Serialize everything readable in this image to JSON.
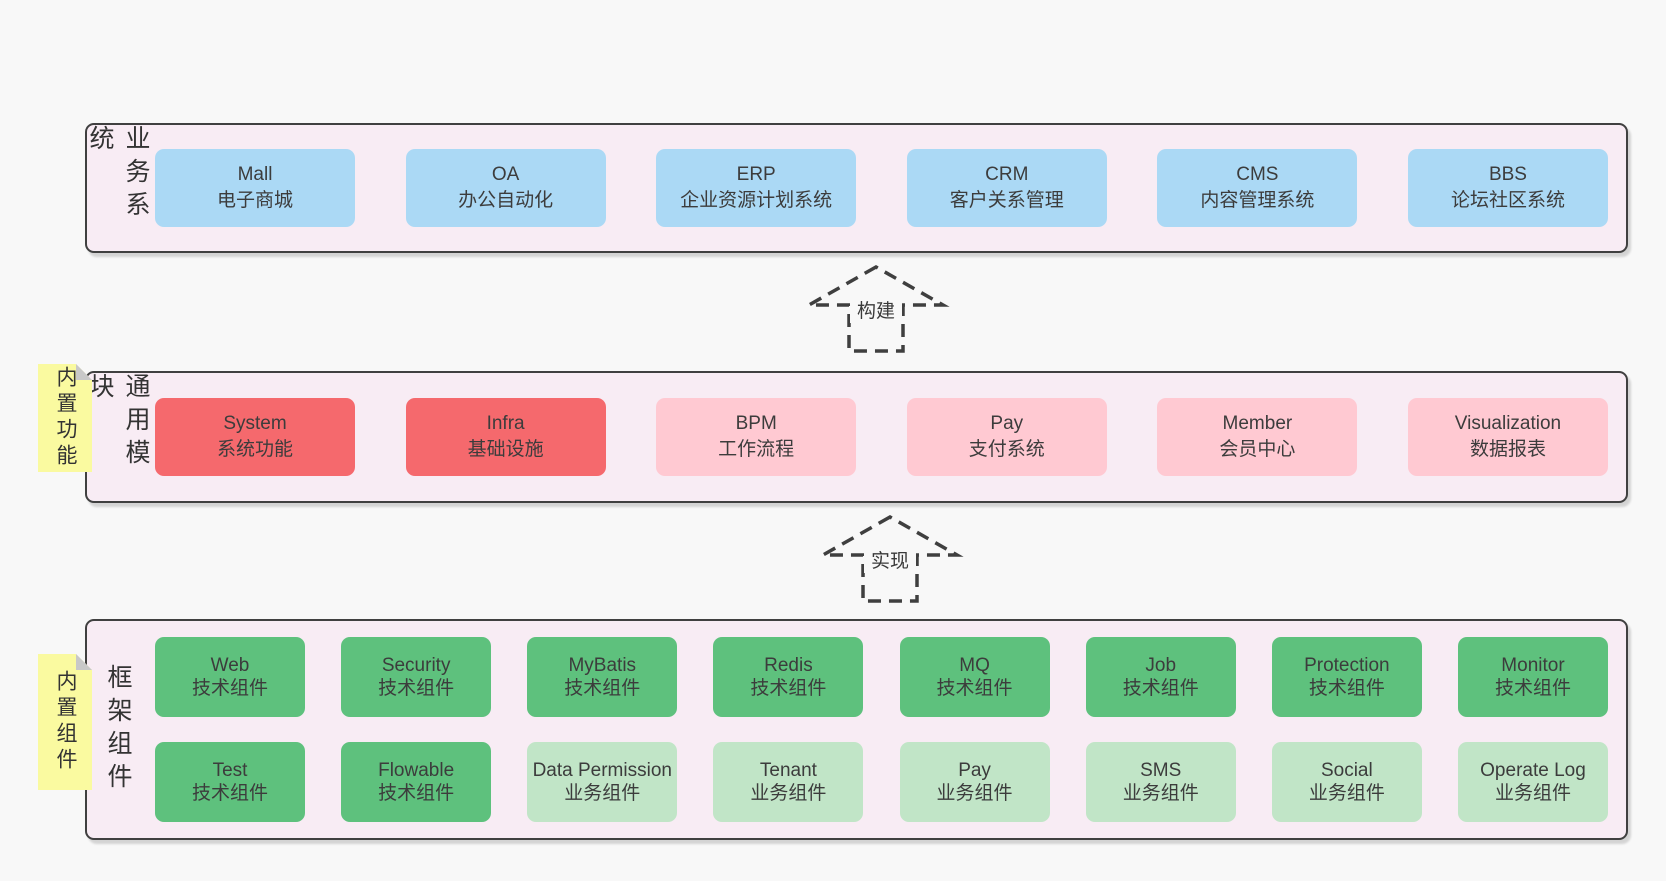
{
  "colors": {
    "page_bg": "#f8f8f8",
    "panel_bg": "#f8ecf4",
    "panel_border": "#404040",
    "blue": "#abd9f5",
    "red": "#f5696d",
    "pink": "#ffc9d2",
    "green": "#5ec17d",
    "light_green": "#c1e5c7",
    "sticky_yellow": "#fafaa0",
    "fold": "#c8c8c8",
    "arrow": "#3f3f3f",
    "text": "#3a3a3a"
  },
  "arrows": [
    {
      "label": "构建"
    },
    {
      "label": "实现"
    }
  ],
  "stickies": [
    {
      "label": "内置功能"
    },
    {
      "label": "内置组件"
    }
  ],
  "panels": [
    {
      "label": "业务系统",
      "rows": [
        [
          {
            "name": "Mall",
            "subtitle": "电子商城",
            "variant": "blue"
          },
          {
            "name": "OA",
            "subtitle": "办公自动化",
            "variant": "blue"
          },
          {
            "name": "ERP",
            "subtitle": "企业资源计划系统",
            "variant": "blue"
          },
          {
            "name": "CRM",
            "subtitle": "客户关系管理",
            "variant": "blue"
          },
          {
            "name": "CMS",
            "subtitle": "内容管理系统",
            "variant": "blue"
          },
          {
            "name": "BBS",
            "subtitle": "论坛社区系统",
            "variant": "blue"
          }
        ]
      ]
    },
    {
      "label": "通用模块",
      "rows": [
        [
          {
            "name": "System",
            "subtitle": "系统功能",
            "variant": "red"
          },
          {
            "name": "Infra",
            "subtitle": "基础设施",
            "variant": "red"
          },
          {
            "name": "BPM",
            "subtitle": "工作流程",
            "variant": "pink"
          },
          {
            "name": "Pay",
            "subtitle": "支付系统",
            "variant": "pink"
          },
          {
            "name": "Member",
            "subtitle": "会员中心",
            "variant": "pink"
          },
          {
            "name": "Visualization",
            "subtitle": "数据报表",
            "variant": "pink"
          }
        ]
      ]
    },
    {
      "label": "框架组件",
      "rows": [
        [
          {
            "name": "Web",
            "subtitle": "技术组件",
            "variant": "green"
          },
          {
            "name": "Security",
            "subtitle": "技术组件",
            "variant": "green"
          },
          {
            "name": "MyBatis",
            "subtitle": "技术组件",
            "variant": "green"
          },
          {
            "name": "Redis",
            "subtitle": "技术组件",
            "variant": "green"
          },
          {
            "name": "MQ",
            "subtitle": "技术组件",
            "variant": "green"
          },
          {
            "name": "Job",
            "subtitle": "技术组件",
            "variant": "green"
          },
          {
            "name": "Protection",
            "subtitle": "技术组件",
            "variant": "green"
          },
          {
            "name": "Monitor",
            "subtitle": "技术组件",
            "variant": "green"
          }
        ],
        [
          {
            "name": "Test",
            "subtitle": "技术组件",
            "variant": "green"
          },
          {
            "name": "Flowable",
            "subtitle": "技术组件",
            "variant": "green"
          },
          {
            "name": "Data Permission",
            "subtitle": "业务组件",
            "variant": "light_green"
          },
          {
            "name": "Tenant",
            "subtitle": "业务组件",
            "variant": "light_green"
          },
          {
            "name": "Pay",
            "subtitle": "业务组件",
            "variant": "light_green"
          },
          {
            "name": "SMS",
            "subtitle": "业务组件",
            "variant": "light_green"
          },
          {
            "name": "Social",
            "subtitle": "业务组件",
            "variant": "light_green"
          },
          {
            "name": "Operate Log",
            "subtitle": "业务组件",
            "variant": "light_green"
          }
        ]
      ]
    }
  ]
}
